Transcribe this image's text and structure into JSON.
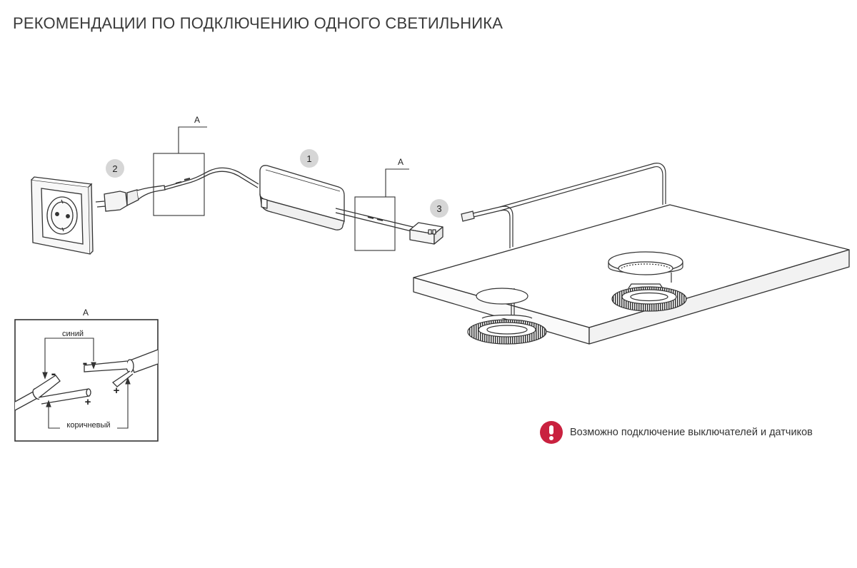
{
  "title": "РЕКОМЕНДАЦИИ ПО ПОДКЛЮЧЕНИЮ ОДНОГО СВЕТИЛЬНИКА",
  "callouts": {
    "driver": "1",
    "plug": "2",
    "junction_box": "3"
  },
  "detail_refs": {
    "plug_cable": "A",
    "driver_output": "A",
    "inset": "A"
  },
  "inset": {
    "blue_wire": "синий",
    "brown_wire": "коричневый",
    "minus_left": "-",
    "minus_right": "-",
    "plus_left": "+",
    "plus_right": "+"
  },
  "notice": {
    "text": "Возможно подключение выключателей и датчиков",
    "color": "#c9213f"
  }
}
